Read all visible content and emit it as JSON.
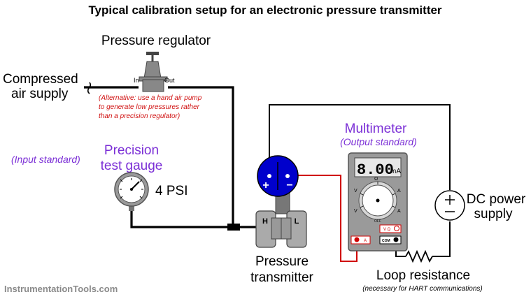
{
  "title": "Typical calibration setup for an electronic pressure transmitter",
  "labels": {
    "regulator": "Pressure regulator",
    "regulator_in": "In",
    "regulator_out": "Out",
    "air_supply_line1": "Compressed",
    "air_supply_line2": "air supply",
    "alternative_line1": "(Alternative: use a hand air pump",
    "alternative_line2": "to generate low pressures rather",
    "alternative_line3": "than a precision regulator)",
    "input_standard": "(Input standard)",
    "gauge_line1": "Precision",
    "gauge_line2": "test gauge",
    "gauge_reading": "4 PSI",
    "multimeter": "Multimeter",
    "output_standard": "(Output standard)",
    "meter_display": "8.00",
    "meter_unit": "mA",
    "transmitter_plus": "+",
    "transmitter_minus": "−",
    "port_high": "H",
    "port_low": "L",
    "transmitter_line1": "Pressure",
    "transmitter_line2": "transmitter",
    "power_line1": "DC power",
    "power_line2": "supply",
    "loop_resistance": "Loop resistance",
    "loop_note": "(necessary for HART communications)",
    "watermark": "InstrumentationTools.com",
    "meter_off": "OFF",
    "meter_jack_a": "A",
    "meter_jack_com": "COM",
    "meter_jack_vohm": "V Ω"
  },
  "colors": {
    "accent_purple": "#7b2fd6",
    "note_red": "#d01010",
    "wire_red": "#d00000",
    "transmitter_blue": "#0000cc",
    "body_gray": "#aaaaaa",
    "meter_gray": "#9a9a9a"
  }
}
